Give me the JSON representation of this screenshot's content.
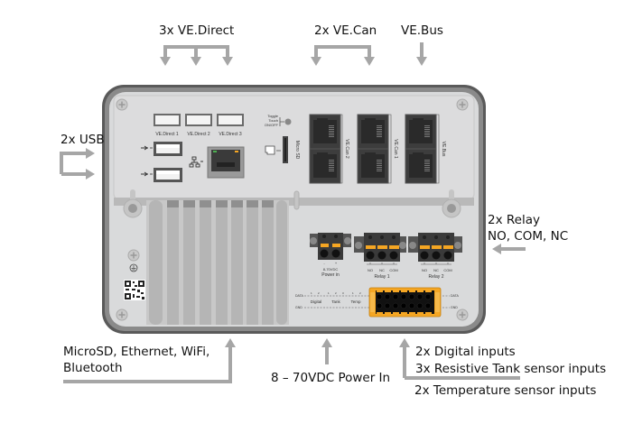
{
  "callouts": {
    "ve_direct": "3x VE.Direct",
    "ve_can": "2x VE.Can",
    "ve_bus": "VE.Bus",
    "usb": "2x USB",
    "relay_line1": "2x Relay",
    "relay_line2": "NO, COM, NC",
    "connectivity_line1": "MicroSD, Ethernet, WiFi,",
    "connectivity_line2": "Bluetooth",
    "power": "8 – 70VDC Power In",
    "inputs_line1": "2x Digital inputs",
    "inputs_line2": "3x Resistive Tank sensor inputs",
    "inputs_line3": "2x Temperature sensor inputs"
  },
  "device": {
    "ve_direct_ports": [
      "VE.Direct 1",
      "VE.Direct 2",
      "VE.Direct 3"
    ],
    "toggle_label": [
      "Toggle",
      "Touch",
      "ON/OFF"
    ],
    "microsd_label": "Micro SD",
    "ve_can_labels": [
      "VE.Can 2",
      "VE.Can 1"
    ],
    "ve_bus_label": "VE.Bus",
    "power_terminal": {
      "polarity": [
        "-",
        "+"
      ],
      "voltage": "8-70VDC",
      "title": "Power in"
    },
    "relay1": {
      "pins": [
        "NO",
        "NC",
        "COM"
      ],
      "title": "Relay 1"
    },
    "relay2": {
      "pins": [
        "NO",
        "NC",
        "COM"
      ],
      "title": "Relay 2"
    },
    "io_header": {
      "data_label": "DATA",
      "gnd_label": "GND",
      "groups": [
        "Digital",
        "Tank",
        "Temp"
      ],
      "pin_numbers": [
        "1",
        "2",
        "1",
        "2",
        "3",
        "1",
        "2"
      ]
    }
  },
  "colors": {
    "arrow": "#a6a6a6",
    "frame_outer": "#5a5a5a",
    "frame_mid": "#8a8a8a",
    "panel": "#d9dadb",
    "port_dark": "#3d3d3d",
    "terminal_orange": "#f5a623"
  }
}
